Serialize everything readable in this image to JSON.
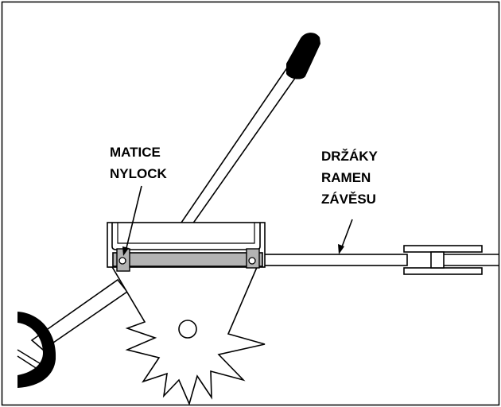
{
  "labels": {
    "nylock_nuts_line1": "MATICE",
    "nylock_nuts_line2": "NYLOCK",
    "brackets_line1": "DRŽÁKY",
    "brackets_line2": "RAMEN",
    "brackets_line3": "ZÁVĚSU"
  },
  "colors": {
    "line": "#000000",
    "bracket_fill": "#b3b3b3",
    "grip_fill": "#000000",
    "background": "#ffffff"
  }
}
